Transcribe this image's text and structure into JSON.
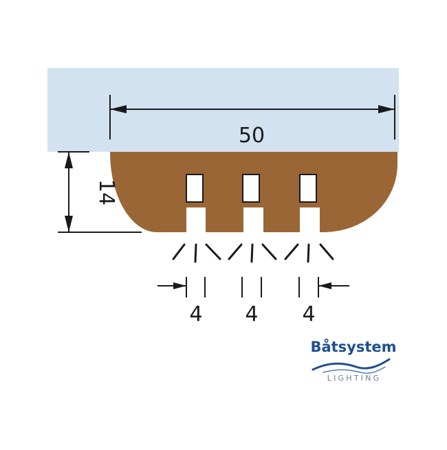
{
  "diagram": {
    "width_label": "50",
    "height_label": "14",
    "slot_width_labels": [
      "4",
      "4",
      "4"
    ]
  },
  "brand": {
    "name": "Båtsystem",
    "tagline": "LIGHTING"
  },
  "colors": {
    "surface": "#d2e2f0",
    "profile": "#9a6636",
    "line": "#1a1a1a",
    "brand": "#1f4f8f",
    "tagline": "#6a7f96"
  }
}
